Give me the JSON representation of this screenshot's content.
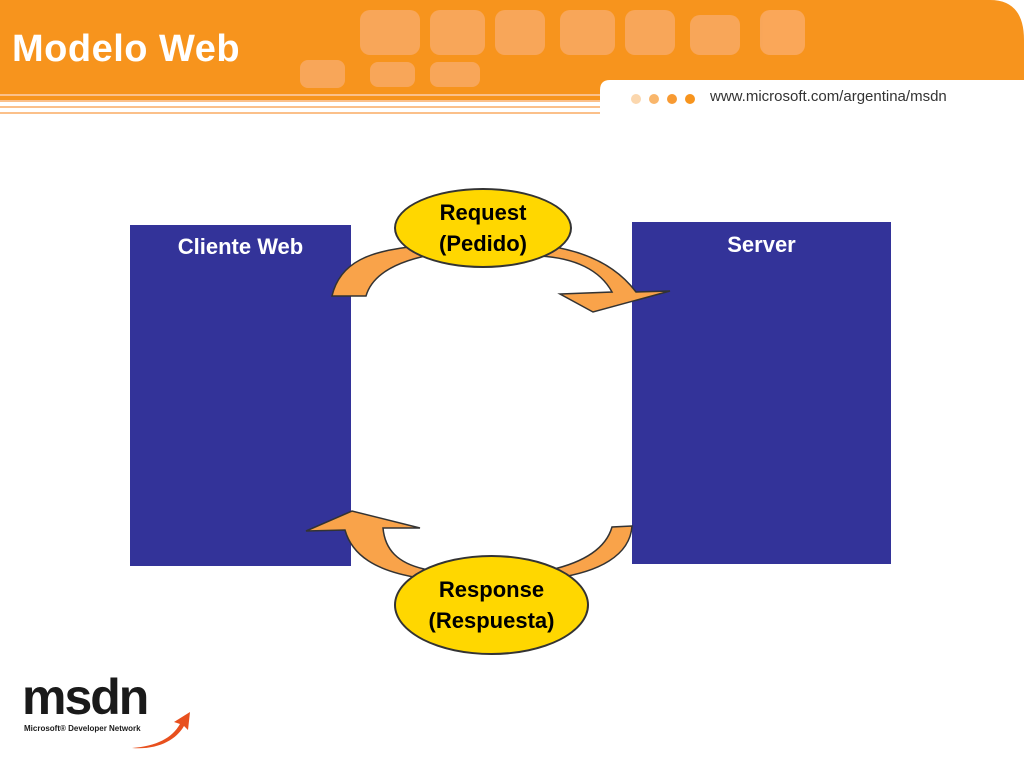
{
  "slide": {
    "title": "Modelo Web",
    "url": "www.microsoft.com/argentina/msdn"
  },
  "diagram": {
    "client_label": "Cliente Web",
    "server_label": "Server",
    "request_line1": "Request",
    "request_line2": "(Pedido)",
    "response_line1": "Response",
    "response_line2": "(Respuesta)"
  },
  "logo": {
    "name": "msdn",
    "tagline": "Microsoft® Developer Network"
  },
  "colors": {
    "header_orange": "#f7941d",
    "box_blue": "#333399",
    "arrow_orange": "#f9a34a",
    "ellipse_yellow": "#ffd700"
  }
}
